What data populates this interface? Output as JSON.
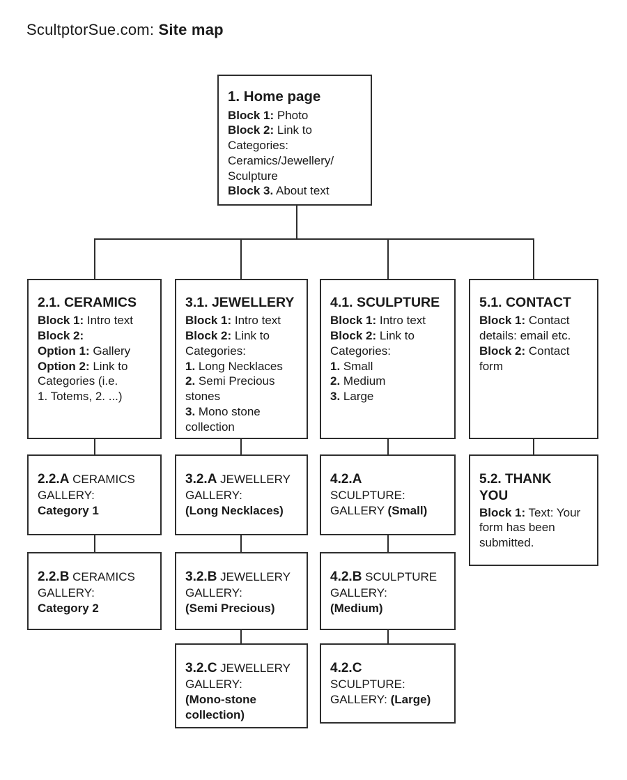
{
  "title": {
    "site": "ScultptorSue.com: ",
    "label": "Site map"
  },
  "colors": {
    "text": "#1a1a1a",
    "line": "#2e2e2e",
    "background": "#ffffff"
  },
  "boxes": {
    "home": {
      "heading": "1. Home page",
      "runs": [
        [
          {
            "b": "Block 1:"
          },
          {
            "t": " Photo"
          }
        ],
        [
          {
            "b": "Block 2:"
          },
          {
            "t": " Link to"
          }
        ],
        [
          {
            "t": "Categories:"
          }
        ],
        [
          {
            "t": "Ceramics/Jewellery/"
          }
        ],
        [
          {
            "t": "Sculpture"
          }
        ],
        [
          {
            "b": "Block 3."
          },
          {
            "t": " About text"
          }
        ]
      ]
    },
    "ceramics": {
      "heading": "2.1. CERAMICS",
      "runs": [
        [
          {
            "b": "Block 1:"
          },
          {
            "t": " Intro text"
          }
        ],
        [
          {
            "b": "Block 2:"
          }
        ],
        [
          {
            "b": "Option 1:"
          },
          {
            "t": " Gallery"
          }
        ],
        [
          {
            "b": "Option 2:"
          },
          {
            "t": " Link to"
          }
        ],
        [
          {
            "t": "Categories (i.e."
          }
        ],
        [
          {
            "t": "1. Totems, 2. ...)"
          }
        ]
      ]
    },
    "jewellery": {
      "heading": "3.1. JEWELLERY",
      "runs": [
        [
          {
            "b": "Block 1:"
          },
          {
            "t": " Intro text"
          }
        ],
        [
          {
            "b": "Block 2:"
          },
          {
            "t": " Link to"
          }
        ],
        [
          {
            "t": "Categories:"
          }
        ],
        [
          {
            "b": "1."
          },
          {
            "t": " Long Necklaces"
          }
        ],
        [
          {
            "b": "2."
          },
          {
            "t": " Semi Precious"
          }
        ],
        [
          {
            "t": "stones"
          }
        ],
        [
          {
            "b": "3."
          },
          {
            "t": " Mono stone"
          }
        ],
        [
          {
            "t": "collection"
          }
        ]
      ]
    },
    "sculpture": {
      "heading": "4.1. SCULPTURE",
      "runs": [
        [
          {
            "b": "Block 1:"
          },
          {
            "t": " Intro text"
          }
        ],
        [
          {
            "b": "Block 2:"
          },
          {
            "t": " Link to"
          }
        ],
        [
          {
            "t": "Categories:"
          }
        ],
        [
          {
            "b": "1."
          },
          {
            "t": " Small"
          }
        ],
        [
          {
            "b": "2."
          },
          {
            "t": " Medium"
          }
        ],
        [
          {
            "b": "3."
          },
          {
            "t": " Large"
          }
        ]
      ]
    },
    "contact": {
      "heading": "5.1. CONTACT",
      "runs": [
        [
          {
            "b": "Block 1:"
          },
          {
            "t": " Contact"
          }
        ],
        [
          {
            "t": "details: email etc."
          }
        ],
        [
          {
            "b": "Block 2:"
          },
          {
            "t": " Contact"
          }
        ],
        [
          {
            "t": "form"
          }
        ]
      ]
    },
    "ceramics_a": {
      "runs": [
        [
          {
            "b": "2.2.A",
            "lead": true
          },
          {
            "t": " CERAMICS"
          }
        ],
        [
          {
            "t": "GALLERY:"
          }
        ],
        [
          {
            "b": "Category 1"
          }
        ]
      ]
    },
    "ceramics_b": {
      "runs": [
        [
          {
            "b": "2.2.B",
            "lead": true
          },
          {
            "t": " CERAMICS"
          }
        ],
        [
          {
            "t": "GALLERY:"
          }
        ],
        [
          {
            "b": "Category 2"
          }
        ]
      ]
    },
    "jewellery_a": {
      "runs": [
        [
          {
            "b": "3.2.A",
            "lead": true
          },
          {
            "t": " JEWELLERY"
          }
        ],
        [
          {
            "t": "GALLERY:"
          }
        ],
        [
          {
            "b": "(Long Necklaces)"
          }
        ]
      ]
    },
    "jewellery_b": {
      "runs": [
        [
          {
            "b": "3.2.B",
            "lead": true
          },
          {
            "t": " JEWELLERY"
          }
        ],
        [
          {
            "t": "GALLERY:"
          }
        ],
        [
          {
            "b": "(Semi Precious)"
          }
        ]
      ]
    },
    "jewellery_c": {
      "runs": [
        [
          {
            "b": "3.2.C",
            "lead": true
          },
          {
            "t": " JEWELLERY"
          }
        ],
        [
          {
            "t": "GALLERY:"
          }
        ],
        [
          {
            "b": "(Mono-stone"
          }
        ],
        [
          {
            "b": "collection)"
          }
        ]
      ]
    },
    "sculpture_a": {
      "runs": [
        [
          {
            "b": "4.2.A",
            "lead": true
          }
        ],
        [
          {
            "t": "SCULPTURE:"
          }
        ],
        [
          {
            "t": "GALLERY "
          },
          {
            "b": "(Small)"
          }
        ]
      ]
    },
    "sculpture_b": {
      "runs": [
        [
          {
            "b": "4.2.B",
            "lead": true
          },
          {
            "t": " SCULPTURE"
          }
        ],
        [
          {
            "t": "GALLERY:"
          }
        ],
        [
          {
            "b": "(Medium)"
          }
        ]
      ]
    },
    "sculpture_c": {
      "runs": [
        [
          {
            "b": "4.2.C",
            "lead": true
          }
        ],
        [
          {
            "t": "SCULPTURE:"
          }
        ],
        [
          {
            "t": "GALLERY: "
          },
          {
            "b": "(Large)"
          }
        ]
      ]
    },
    "thankyou": {
      "runs": [
        [
          {
            "b": "5.2. THANK",
            "lead": true
          }
        ],
        [
          {
            "b": "YOU",
            "lead": true
          }
        ],
        [
          {
            "b": "Block 1:"
          },
          {
            "t": " Text: Your"
          }
        ],
        [
          {
            "t": "form has been"
          }
        ],
        [
          {
            "t": "submitted."
          }
        ]
      ]
    }
  }
}
